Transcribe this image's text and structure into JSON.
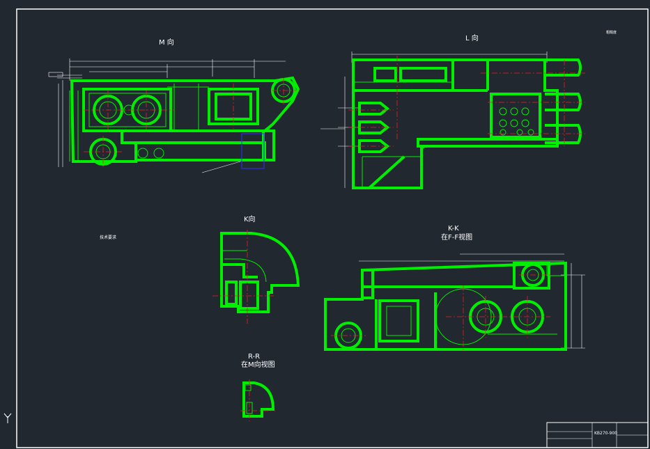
{
  "views": {
    "m": "M 向",
    "l": "L  向",
    "k": "K向",
    "kk_title": "K-K",
    "kk_sub": "在F-F视图",
    "rr_title": "R-R",
    "rr_sub": "在M向视图"
  },
  "notes": {
    "heading": "技术要求"
  },
  "title_block": {
    "drawing_no": "KB270-900"
  },
  "colors": {
    "background": "#212830",
    "outline": "#00ee00",
    "centerline": "#ee2020",
    "dimension": "#ffffff",
    "hidden": "#3030ff"
  }
}
